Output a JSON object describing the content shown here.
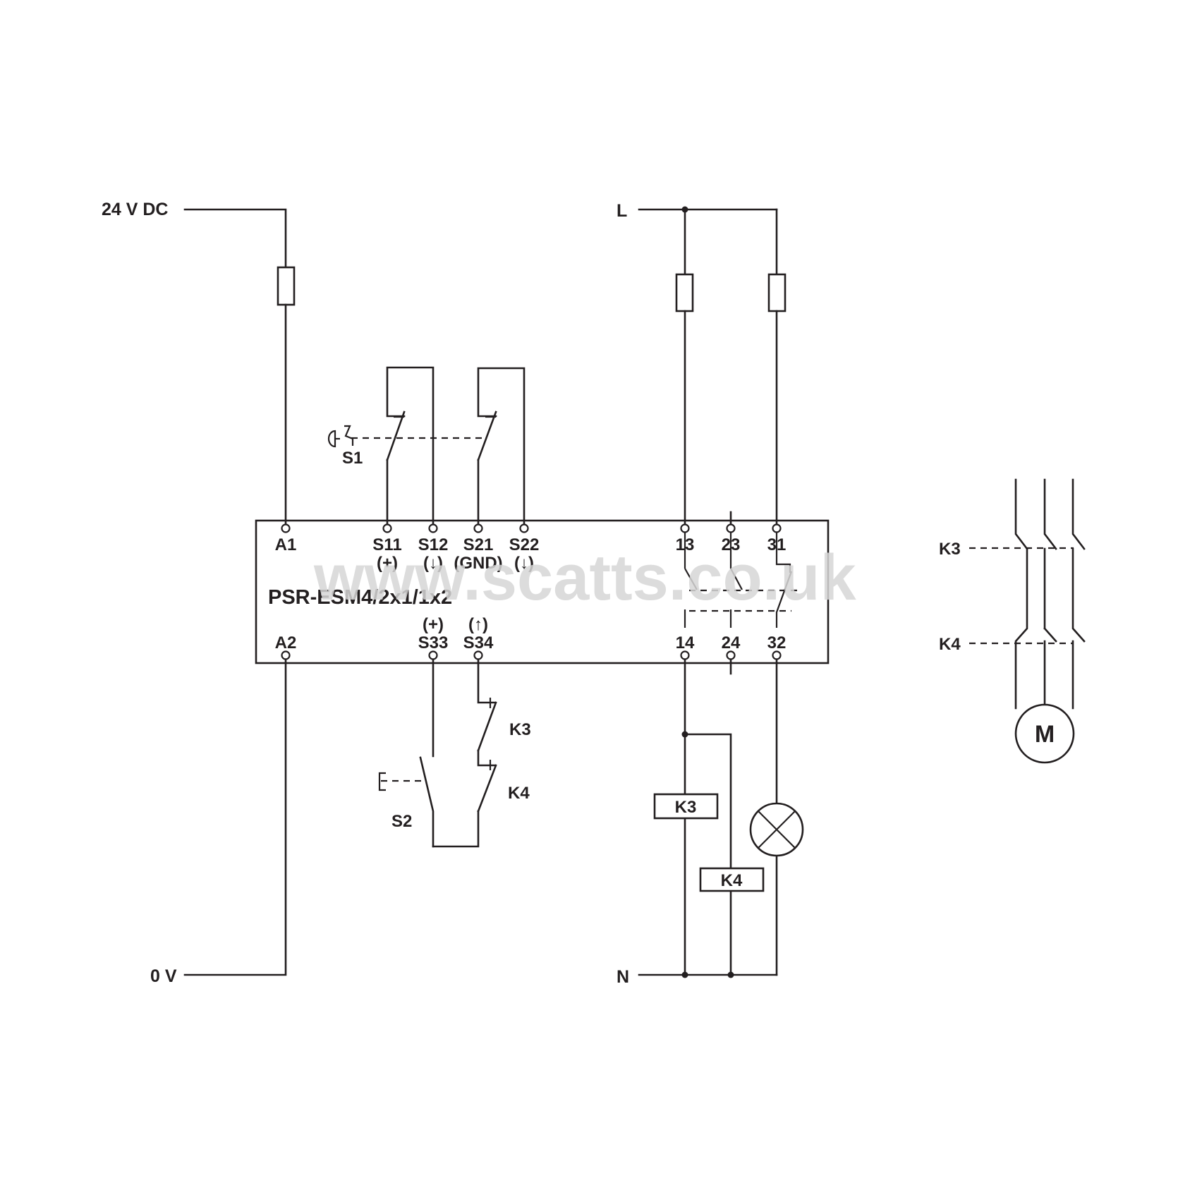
{
  "rails": {
    "dc_pos": "24 V DC",
    "dc_neg": "0 V",
    "ac_line": "L",
    "ac_neutral": "N"
  },
  "module": {
    "name": "PSR-ESM4/2x1/1x2",
    "top_terminals": [
      {
        "id": "A1",
        "sub": ""
      },
      {
        "id": "S11",
        "sub": "(+)"
      },
      {
        "id": "S12",
        "sub": "(↓)"
      },
      {
        "id": "S21",
        "sub": "(GND)"
      },
      {
        "id": "S22",
        "sub": "(↓)"
      },
      {
        "id": "13",
        "sub": ""
      },
      {
        "id": "23",
        "sub": ""
      },
      {
        "id": "31",
        "sub": ""
      }
    ],
    "bottom_terminals": [
      {
        "id": "A2",
        "sub": ""
      },
      {
        "id": "S33",
        "sub": "(+)"
      },
      {
        "id": "S34",
        "sub": "(↑)"
      },
      {
        "id": "14",
        "sub": ""
      },
      {
        "id": "24",
        "sub": ""
      },
      {
        "id": "32",
        "sub": ""
      }
    ]
  },
  "components": {
    "estop": "S1",
    "reset": "S2",
    "feedback_k3": "K3",
    "feedback_k4": "K4",
    "coil_k3": "K3",
    "coil_k4": "K4",
    "motor_k3": "K3",
    "motor_k4": "K4",
    "motor": "M"
  },
  "watermark": "www.scatts.co.uk"
}
